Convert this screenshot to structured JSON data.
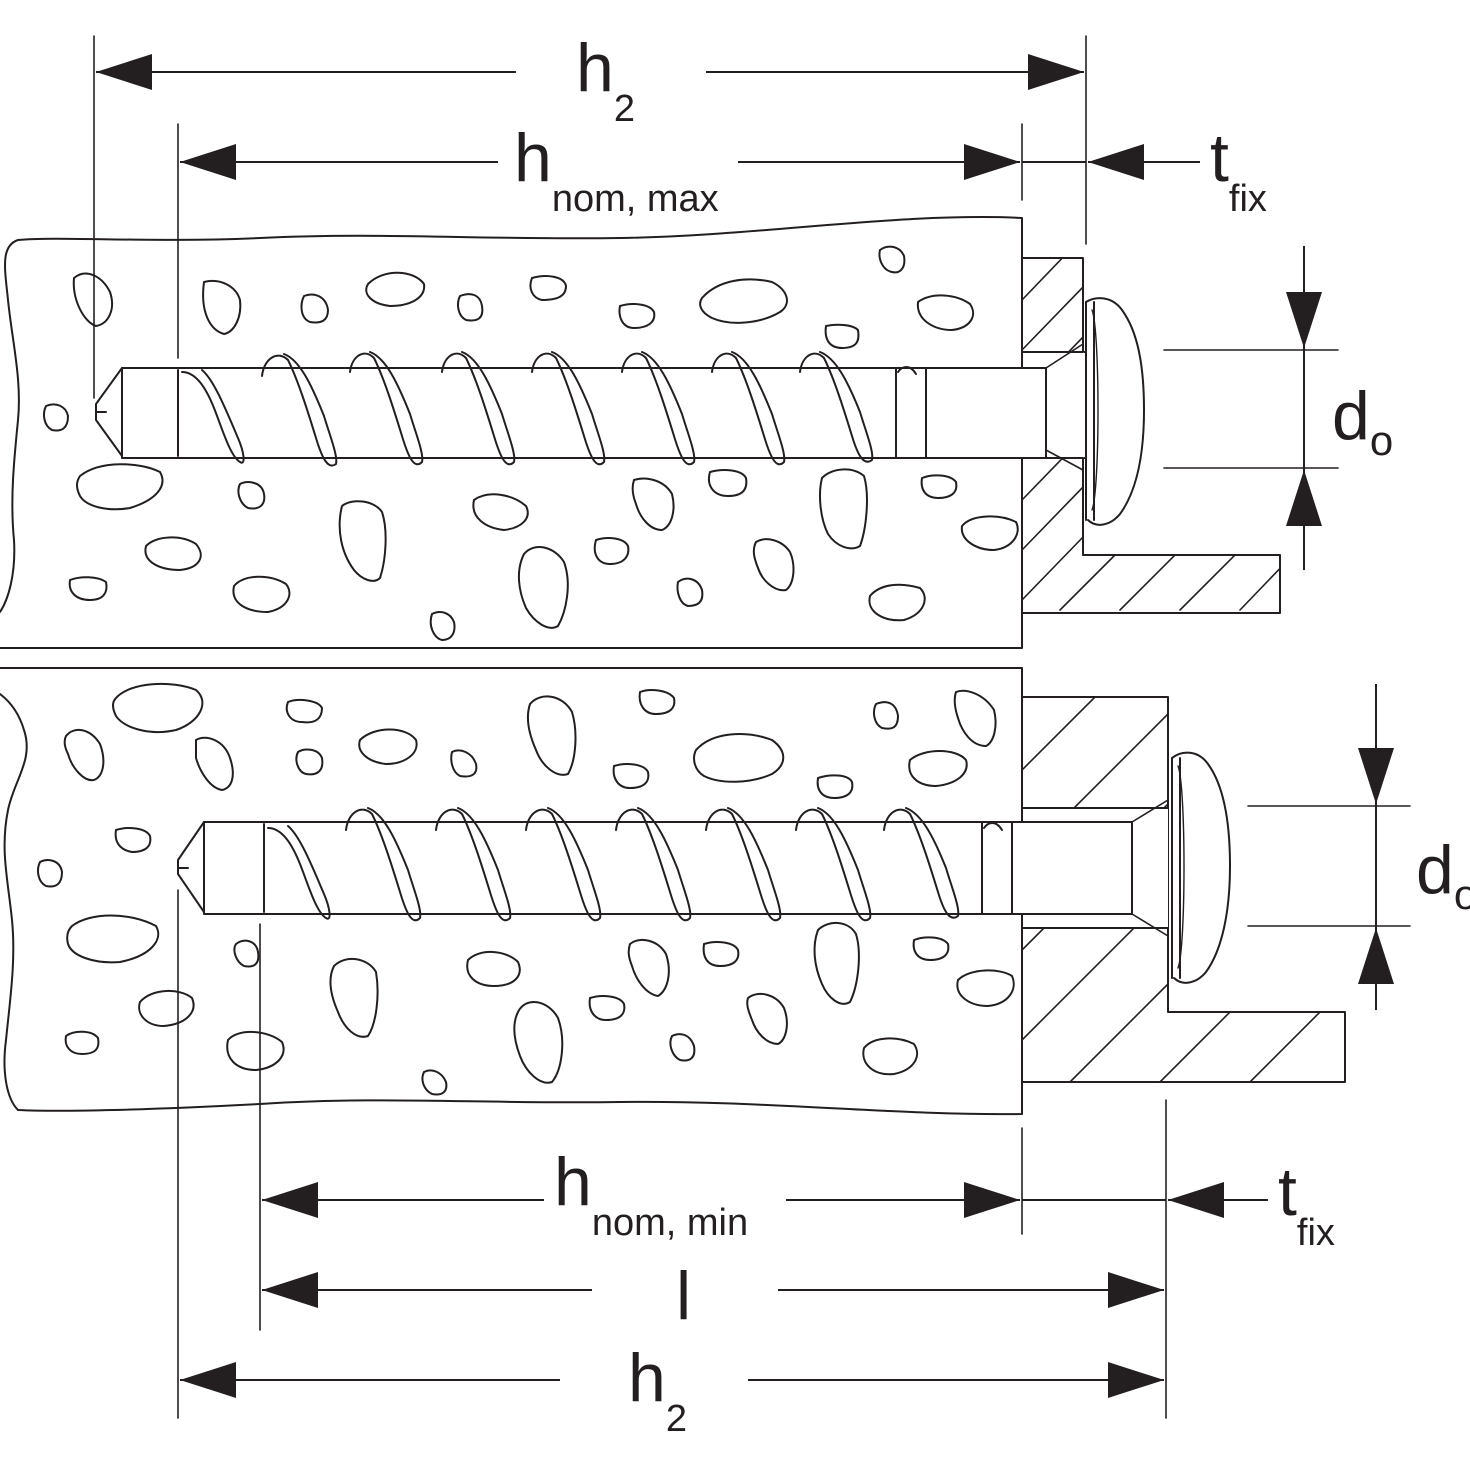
{
  "diagram": {
    "top_setting": {
      "h2": {
        "main": "h",
        "sub": "2"
      },
      "h_nom": {
        "main": "h",
        "sub": "nom, max"
      },
      "t_fix": {
        "main": "t",
        "sub": "fix"
      },
      "d_o": {
        "main": "d",
        "sub": "o"
      }
    },
    "bottom_setting": {
      "h_nom": {
        "main": "h",
        "sub": "nom, min"
      },
      "t_fix": {
        "main": "t",
        "sub": "fix"
      },
      "l": {
        "main": "l"
      },
      "h2": {
        "main": "h",
        "sub": "2"
      },
      "d_o": {
        "main": "d",
        "sub": "o"
      }
    }
  },
  "colors": {
    "ink": "#231f20",
    "background": "#ffffff"
  }
}
